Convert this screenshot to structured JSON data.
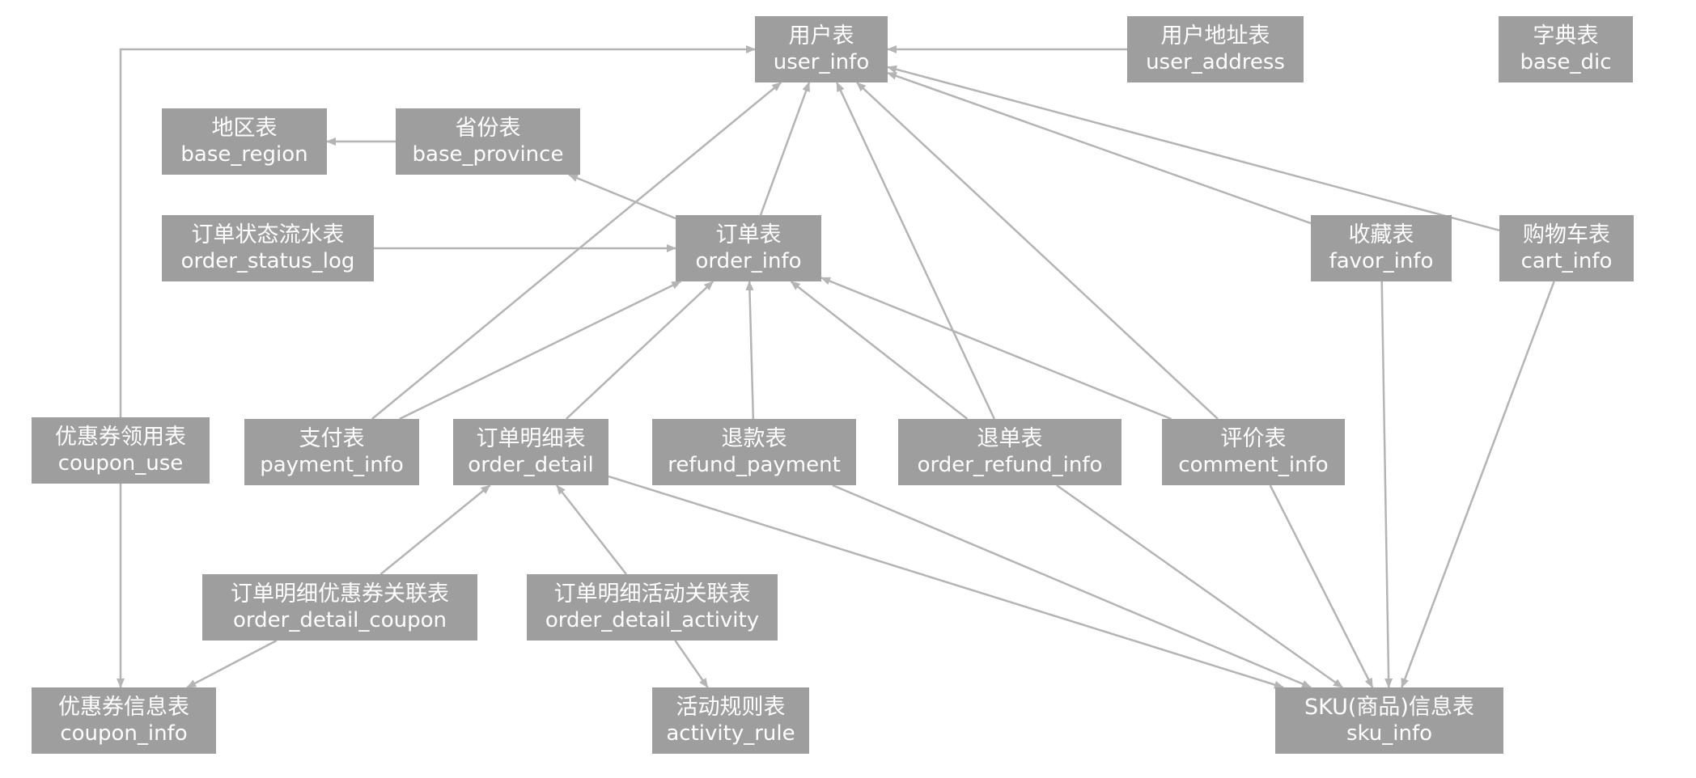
{
  "diagram": {
    "colors": {
      "node_fill": "#9e9e9e",
      "node_text": "#ffffff",
      "edge": "#b4b4b4",
      "background": "#ffffff"
    },
    "nodes": {
      "user_info": {
        "cn": "用户表",
        "en": "user_info"
      },
      "user_address": {
        "cn": "用户地址表",
        "en": "user_address"
      },
      "base_dic": {
        "cn": "字典表",
        "en": "base_dic"
      },
      "base_region": {
        "cn": "地区表",
        "en": "base_region"
      },
      "base_province": {
        "cn": "省份表",
        "en": "base_province"
      },
      "order_status_log": {
        "cn": "订单状态流水表",
        "en": "order_status_log"
      },
      "order_info": {
        "cn": "订单表",
        "en": "order_info"
      },
      "favor_info": {
        "cn": "收藏表",
        "en": "favor_info"
      },
      "cart_info": {
        "cn": "购物车表",
        "en": "cart_info"
      },
      "coupon_use": {
        "cn": "优惠券领用表",
        "en": "coupon_use"
      },
      "payment_info": {
        "cn": "支付表",
        "en": "payment_info"
      },
      "order_detail": {
        "cn": "订单明细表",
        "en": "order_detail"
      },
      "refund_payment": {
        "cn": "退款表",
        "en": "refund_payment"
      },
      "order_refund_info": {
        "cn": "退单表",
        "en": "order_refund_info"
      },
      "comment_info": {
        "cn": "评价表",
        "en": "comment_info"
      },
      "order_detail_coupon": {
        "cn": "订单明细优惠券关联表",
        "en": "order_detail_coupon"
      },
      "order_detail_activity": {
        "cn": "订单明细活动关联表",
        "en": "order_detail_activity"
      },
      "coupon_info": {
        "cn": "优惠券信息表",
        "en": "coupon_info"
      },
      "activity_rule": {
        "cn": "活动规则表",
        "en": "activity_rule"
      },
      "sku_info": {
        "cn": "SKU(商品)信息表",
        "en": "sku_info"
      }
    },
    "edges": [
      {
        "from": "user_address",
        "to": "user_info"
      },
      {
        "from": "coupon_use",
        "to": "user_info"
      },
      {
        "from": "coupon_use",
        "to": "coupon_info"
      },
      {
        "from": "base_province",
        "to": "base_region"
      },
      {
        "from": "order_info",
        "to": "base_province"
      },
      {
        "from": "order_status_log",
        "to": "order_info"
      },
      {
        "from": "order_info",
        "to": "user_info"
      },
      {
        "from": "payment_info",
        "to": "user_info"
      },
      {
        "from": "payment_info",
        "to": "order_info"
      },
      {
        "from": "order_detail",
        "to": "order_info"
      },
      {
        "from": "refund_payment",
        "to": "order_info"
      },
      {
        "from": "order_refund_info",
        "to": "order_info"
      },
      {
        "from": "order_refund_info",
        "to": "user_info"
      },
      {
        "from": "comment_info",
        "to": "order_info"
      },
      {
        "from": "comment_info",
        "to": "user_info"
      },
      {
        "from": "favor_info",
        "to": "user_info"
      },
      {
        "from": "cart_info",
        "to": "user_info"
      },
      {
        "from": "favor_info",
        "to": "sku_info"
      },
      {
        "from": "cart_info",
        "to": "sku_info"
      },
      {
        "from": "comment_info",
        "to": "sku_info"
      },
      {
        "from": "order_refund_info",
        "to": "sku_info"
      },
      {
        "from": "refund_payment",
        "to": "sku_info"
      },
      {
        "from": "order_detail",
        "to": "sku_info"
      },
      {
        "from": "order_detail_coupon",
        "to": "order_detail"
      },
      {
        "from": "order_detail_coupon",
        "to": "coupon_info"
      },
      {
        "from": "order_detail_activity",
        "to": "order_detail"
      },
      {
        "from": "order_detail_activity",
        "to": "activity_rule"
      }
    ]
  }
}
